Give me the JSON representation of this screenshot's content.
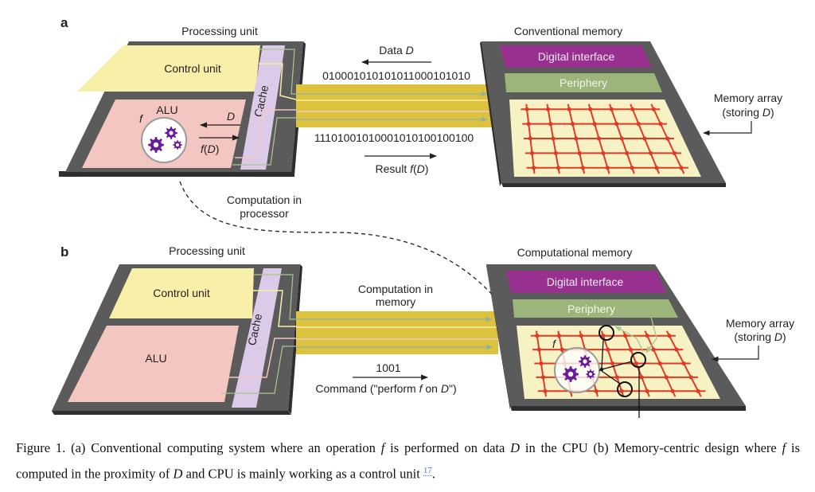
{
  "figure": {
    "panel_a": {
      "label": "a",
      "processing_unit_title": "Processing unit",
      "control_unit": "Control unit",
      "alu": "ALU",
      "cache": "Cache",
      "func_symbol": "f",
      "data_symbol": "D",
      "result_symbol": "f(D)",
      "memory_title": "Conventional memory",
      "digital_interface": "Digital interface",
      "periphery": "Periphery",
      "memory_array_line1": "Memory array",
      "memory_array_line2": "(storing D)",
      "data_label": "Data D",
      "data_bits": "01000101010101100010101​0",
      "result_bits": "11101001010001010100100100",
      "result_label": "Result f(D)",
      "computation_note_line1": "Computation in",
      "computation_note_line2": "processor"
    },
    "panel_b": {
      "label": "b",
      "processing_unit_title": "Processing unit",
      "control_unit": "Control unit",
      "alu": "ALU",
      "cache": "Cache",
      "memory_title": "Computational memory",
      "digital_interface": "Digital interface",
      "periphery": "Periphery",
      "memory_array_line1": "Memory array",
      "memory_array_line2": "(storing D)",
      "computation_note_line1": "Computation in",
      "computation_note_line2": "memory",
      "command_bits": "1001",
      "command_label": "Command (\"perform f on D\")",
      "func_symbol": "f"
    },
    "colors": {
      "chip": "#5b5b5b",
      "chip_edge": "#2e2e2e",
      "control_unit": "#f8f0a8",
      "alu": "#f4c6c2",
      "cache": "#dccbe8",
      "bus": "#ddc23e",
      "digital_interface": "#97308f",
      "periphery": "#9bb57a",
      "memory_array": "#f7f2c4",
      "grid": "#e03a27",
      "gear": "#6a1b9a",
      "link": "#4a7ab8"
    }
  },
  "caption": {
    "prefix": "Figure 1.",
    "text_1": " (a) Conventional computing system where an operation ",
    "f1": "f",
    "text_2": " is performed on data ",
    "d1": "D",
    "text_3": " in the CPU (b) Memory-centric design where ",
    "f2": "f",
    "text_4": " is computed in the proximity of ",
    "d2": "D",
    "text_5": " and CPU is mainly working as a control unit ",
    "ref": "17",
    "text_6": "."
  }
}
